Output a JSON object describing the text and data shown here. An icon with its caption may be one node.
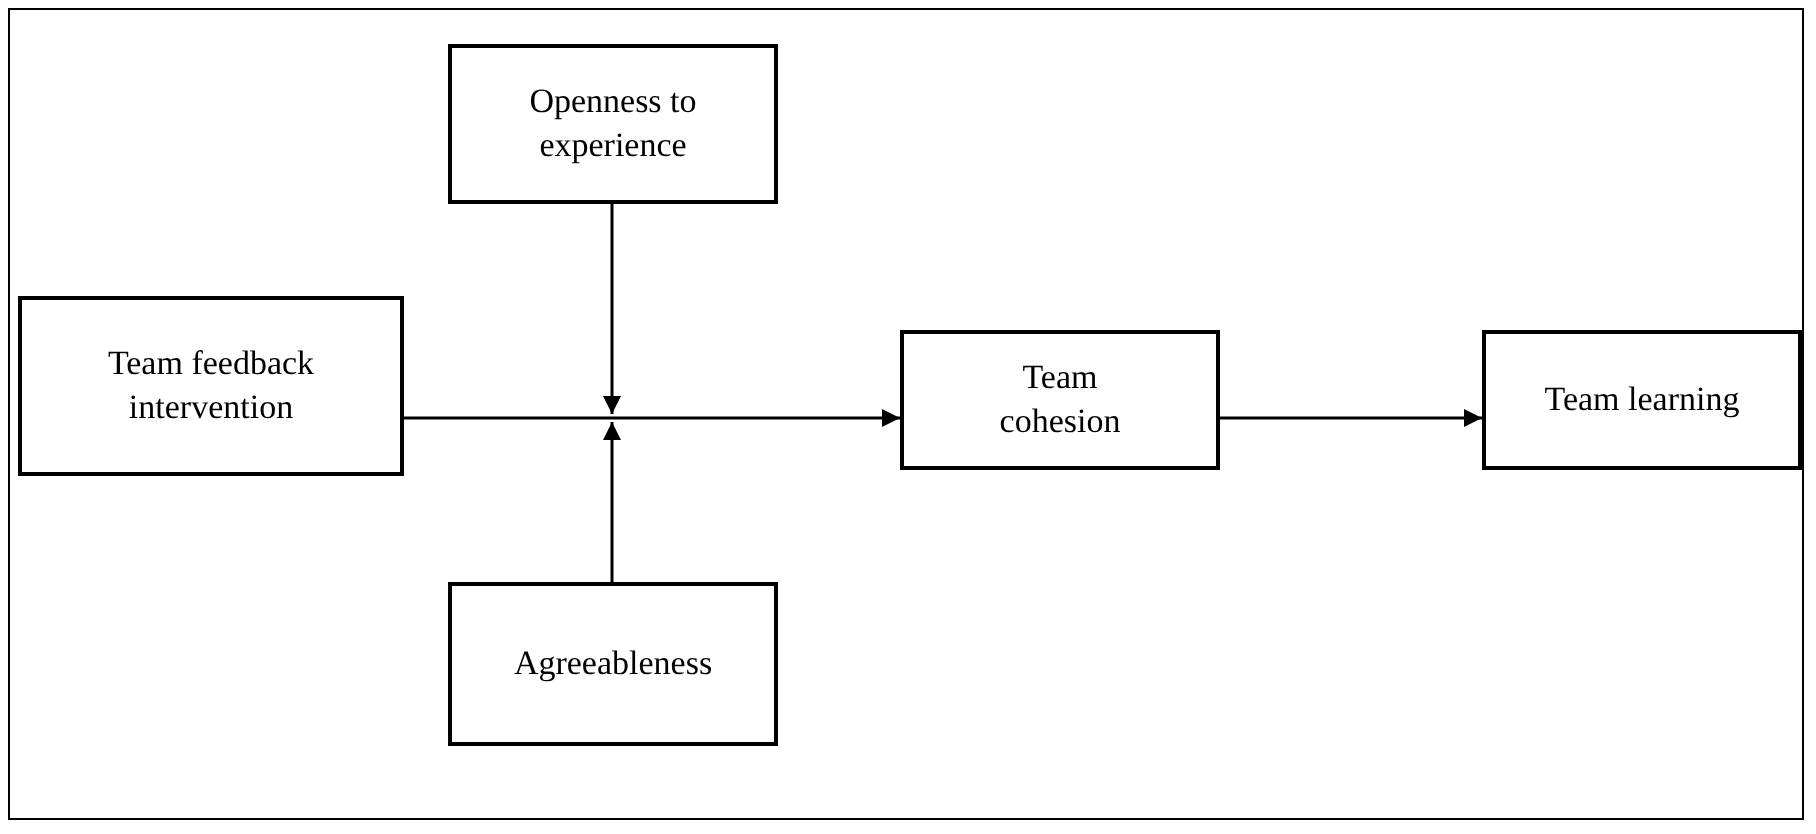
{
  "diagram": {
    "nodes": [
      {
        "text": [
          "Openness to experience"
        ]
      },
      {
        "text": [
          "Team feedback intervention"
        ]
      },
      {
        "text": [
          "Team cohesion"
        ]
      },
      {
        "text": [
          "Team learning"
        ]
      },
      {
        "text": [
          "Agreeableness"
        ]
      }
    ],
    "edges": [
      {
        "from": 1,
        "to": 2,
        "arrow": "to"
      },
      {
        "from": 0,
        "to": null,
        "arrow": "to"
      },
      {
        "from": 4,
        "to": null,
        "arrow": "to"
      },
      {
        "from": 2,
        "to": 3,
        "arrow": "to"
      }
    ]
  }
}
